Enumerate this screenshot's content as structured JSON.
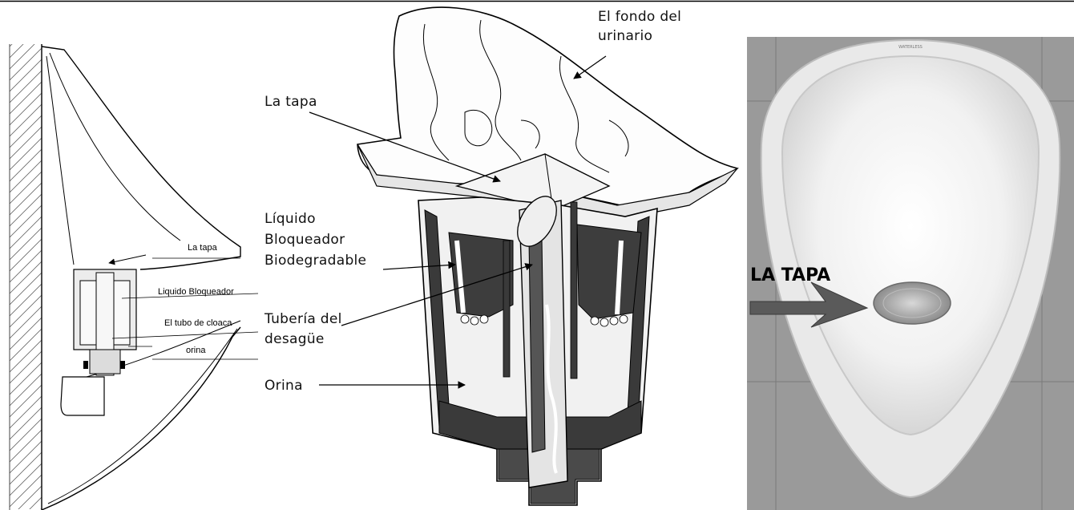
{
  "left_diagram": {
    "labels": {
      "lid": "La tapa",
      "liquid": "Liquido Bloqueador",
      "sewer_pipe": "El tubo de cloaca",
      "urine": "orina"
    }
  },
  "center_diagram": {
    "labels": {
      "urinal_bottom_line1": "El fondo del",
      "urinal_bottom_line2": "urinario",
      "lid": "La tapa",
      "liquid_line1": "Líquido",
      "liquid_line2": "Bloqueador",
      "liquid_line3": "Biodegradable",
      "drain_line1": "Tubería del",
      "drain_line2": "desagüe",
      "urine": "Orina"
    }
  },
  "photo": {
    "label": "LA TAPA",
    "brand_mark": "WATERLESS"
  },
  "colors": {
    "stroke": "#000000",
    "dark_fill": "#3a3a3a",
    "mid_fill": "#8a8a8a",
    "light_fill": "#f2f2f2",
    "photo_bg": "#9a9a9a",
    "arrow_gray": "#5a5a5a"
  }
}
